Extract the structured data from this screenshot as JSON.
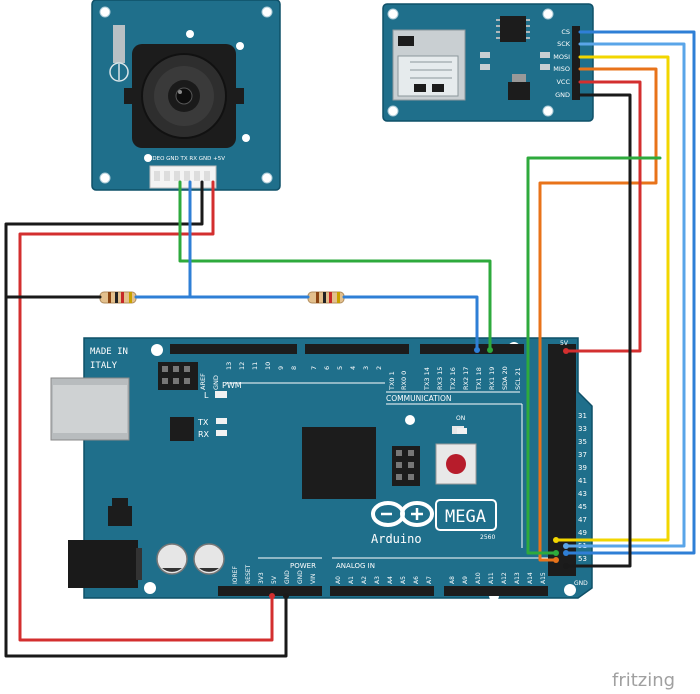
{
  "camera": {
    "pin_labels": "VIDEO GND TX  RX GND +5V"
  },
  "sd_module": {
    "pins": [
      "CS",
      "SCK",
      "MOSI",
      "MISO",
      "VCC",
      "GND"
    ]
  },
  "arduino": {
    "made_in_line1": "MADE IN",
    "made_in_line2": "ITALY",
    "pwm_label": "PWM",
    "l_label": "L",
    "tx_label": "TX",
    "rx_label": "RX",
    "on_label": "ON",
    "communication_label": "COMMUNICATION",
    "power_label": "POWER",
    "analog_label": "ANALOG IN",
    "logo_text": "Arduino",
    "mega_label": "MEGA",
    "model_label": "2560",
    "top_pins": [
      "AREF",
      "GND",
      "13",
      "12",
      "11",
      "10",
      "9",
      "8",
      "7",
      "6",
      "5",
      "4",
      "3",
      "2",
      "TX0 1",
      "RX0 0",
      "TX3 14",
      "RX3 15",
      "TX2 16",
      "RX2 17",
      "TX1 18",
      "RX1 19",
      "SDA 20",
      "SCL 21"
    ],
    "power_pins": [
      "IOREF",
      "RESET",
      "3V3",
      "5V",
      "GND",
      "GND",
      "VIN"
    ],
    "analog_pins": [
      "A0",
      "A1",
      "A2",
      "A3",
      "A4",
      "A5",
      "A6",
      "A7",
      "A8",
      "A9",
      "A10",
      "A11",
      "A12",
      "A13",
      "A14",
      "A15"
    ],
    "right_numbers": [
      "31",
      "33",
      "35",
      "37",
      "39",
      "41",
      "43",
      "45",
      "47",
      "49",
      "51",
      "53"
    ],
    "header_5v": "5V",
    "header_gnd": "GND"
  },
  "fritzing_label": "fritzing"
}
